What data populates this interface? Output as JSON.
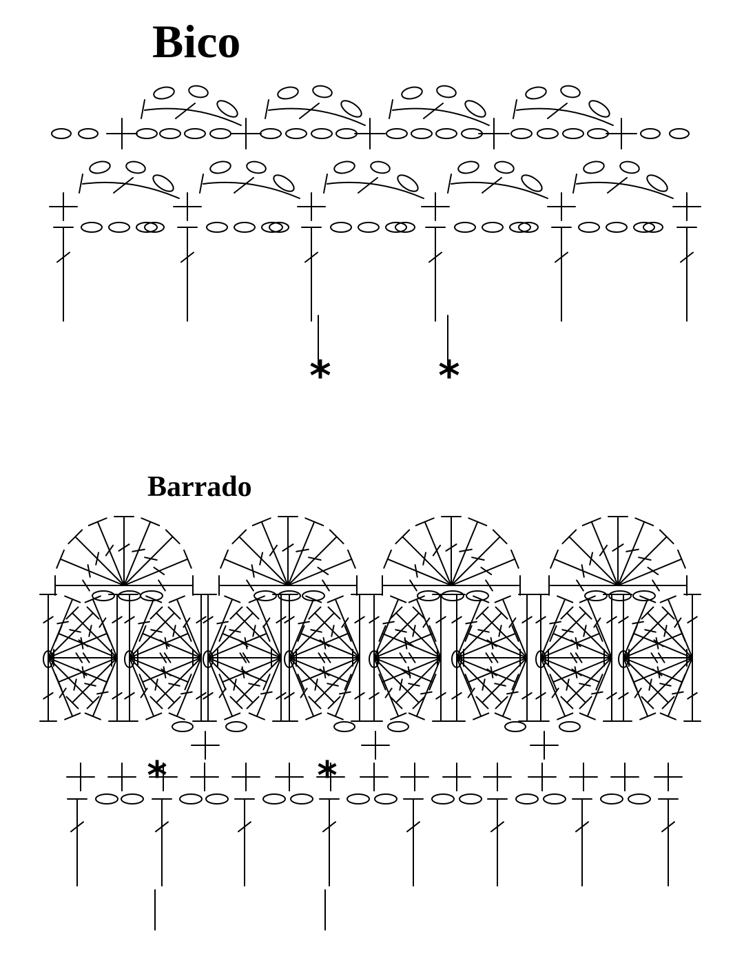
{
  "bico": {
    "title": "Bico",
    "repeat_marker": "*"
  },
  "barrado": {
    "title": "Barrado",
    "repeat_marker": "*"
  },
  "colors": {
    "ink": "#000000",
    "background": "#ffffff"
  },
  "symbols": {
    "chain": "oval",
    "single_crochet": "plus",
    "double_crochet": "vertical-bar-with-one-slash",
    "slip_stitch": "filled-dot"
  }
}
